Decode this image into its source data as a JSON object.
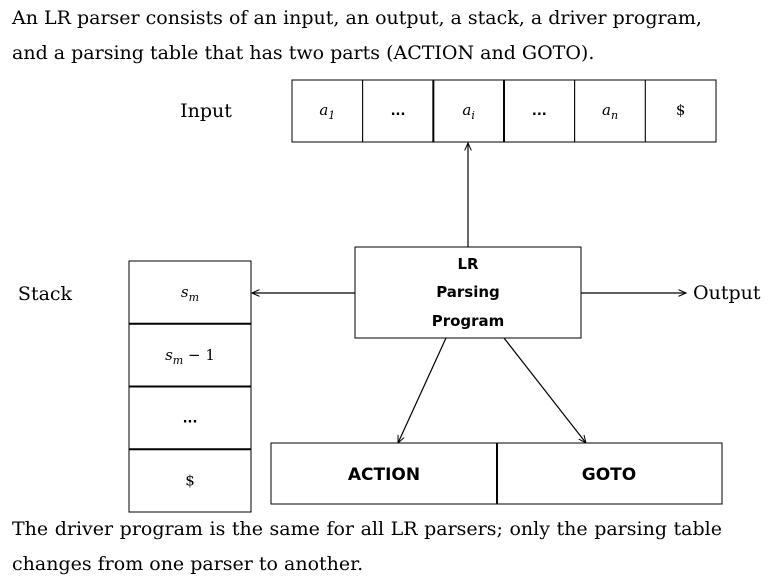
{
  "intro_text": "An LR parser consists of an input, an output, a stack, a driver program, and a parsing table that has two parts (ACTION and GOTO).",
  "outro_text": "The driver program is the same for all LR parsers; only the parsing table changes from one parser to another.",
  "input": {
    "label": "Input",
    "cells": [
      {
        "base": "a",
        "sub": "1"
      },
      {
        "base": "...",
        "sub": ""
      },
      {
        "base": "a",
        "sub": "i"
      },
      {
        "base": "...",
        "sub": ""
      },
      {
        "base": "a",
        "sub": "n"
      },
      {
        "base": "$",
        "sub": ""
      }
    ]
  },
  "stack": {
    "label": "Stack",
    "cells": [
      {
        "base": "s",
        "sub": "m",
        "suffix": ""
      },
      {
        "base": "s",
        "sub": "m",
        "suffix": " − 1"
      },
      {
        "base": "...",
        "sub": "",
        "suffix": ""
      },
      {
        "base": "$",
        "sub": "",
        "suffix": ""
      }
    ]
  },
  "driver": {
    "lines": [
      "LR",
      "Parsing",
      "Program"
    ]
  },
  "output_label": "Output",
  "table": {
    "action_label": "ACTION",
    "goto_label": "GOTO"
  }
}
